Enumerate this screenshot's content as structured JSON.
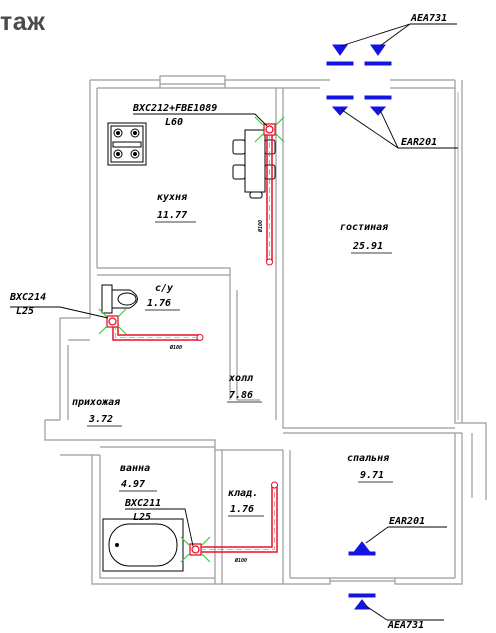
{
  "page": {
    "title": "таж"
  },
  "rooms": [
    {
      "id": "kitchen",
      "name": "кухня",
      "area": "11.77"
    },
    {
      "id": "living",
      "name": "гостиная",
      "area": "25.91"
    },
    {
      "id": "wc",
      "name": "с/у",
      "area": "1.76"
    },
    {
      "id": "hall",
      "name": "холл",
      "area": "7.86"
    },
    {
      "id": "entry",
      "name": "прихожая",
      "area": "3.72"
    },
    {
      "id": "bedroom",
      "name": "спальня",
      "area": "9.71"
    },
    {
      "id": "bath",
      "name": "ванна",
      "area": "4.97"
    },
    {
      "id": "storage",
      "name": "клад.",
      "area": "1.76"
    }
  ],
  "equipment": {
    "kitchen_unit": {
      "model": "BXC212+FBE1089",
      "spec": "L60"
    },
    "wc_unit": {
      "model": "BXC214",
      "spec": "L25"
    },
    "bath_unit": {
      "model": "BXC211",
      "spec": "L25"
    },
    "supply_top": "AEA731",
    "supply_bottom": "AEA731",
    "exhaust_top": "EAR201",
    "exhaust_bedroom": "EAR201"
  },
  "duct_labels": {
    "kitchen": "Ø100",
    "wc": "Ø100",
    "bath": "Ø100"
  },
  "colors": {
    "walls": "#9a9a9a",
    "duct": "#e8102a",
    "fitting": "#40c840",
    "vent": "#1414e0",
    "text": "#000000"
  }
}
